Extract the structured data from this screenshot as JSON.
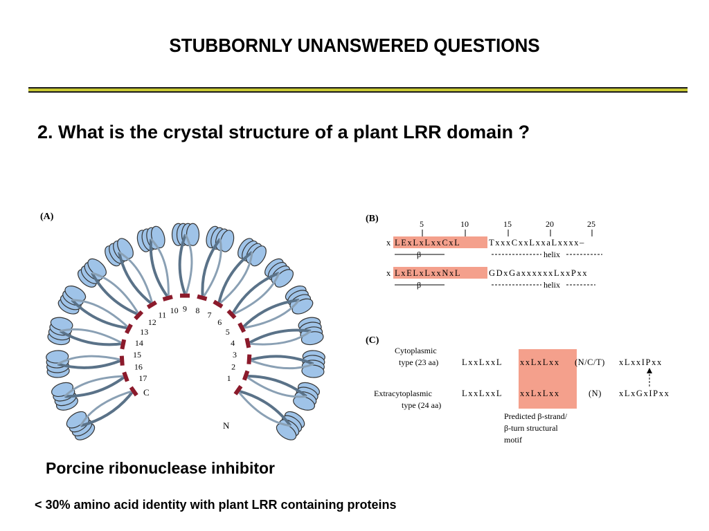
{
  "slide": {
    "title": "STUBBORNLY UNANSWERED QUESTIONS",
    "question": "2. What is the crystal structure of a plant LRR domain ?",
    "caption": "Porcine ribonuclease inhibitor",
    "footnote": "< 30% amino acid identity with plant LRR containing proteins"
  },
  "colors": {
    "rule": "#c8c832",
    "helix": "#9fc3e8",
    "strand": "#8b1a2b",
    "highlight": "#f4a08c"
  },
  "panel_a": {
    "label": "(A)",
    "repeat_numbers": [
      "1",
      "2",
      "3",
      "4",
      "5",
      "6",
      "7",
      "8",
      "9",
      "10",
      "11",
      "12",
      "13",
      "14",
      "15",
      "16",
      "17"
    ],
    "n_term": "N",
    "c_term": "C"
  },
  "panel_b": {
    "label": "(B)",
    "positions": [
      "5",
      "10",
      "15",
      "20",
      "25"
    ],
    "row1": {
      "prefix": "x",
      "boxed": "LExLxLxxCxL",
      "rest": "TxxxCxxLxxaLxxxx–"
    },
    "row1_annot": {
      "beta": "β",
      "helix": "helix"
    },
    "row2": {
      "prefix": "x",
      "boxed": "LxELxLxxNxL",
      "rest": "GDxGaxxxxxxLxxPxx"
    },
    "row2_annot": {
      "beta": "β",
      "helix": "helix"
    }
  },
  "panel_c": {
    "label": "(C)",
    "cyto_label": [
      "Cytoplasmic",
      "type (23 aa)"
    ],
    "cyto_seq_a": "LxxLxxL",
    "cyto_seq_box": "xxLxLxx",
    "cyto_seq_b": "(N/C/T)",
    "cyto_seq_c": "xLxxIPxx",
    "extra_label": [
      "Extracytoplasmic",
      "type (24 aa)"
    ],
    "extra_seq_a": "LxxLxxL",
    "extra_seq_box": "xxLxLxx",
    "extra_seq_b": "(N)",
    "extra_seq_c": "xLxGxIPxx",
    "note": [
      "Predicted β-strand/",
      "β-turn structural",
      "motif"
    ]
  }
}
